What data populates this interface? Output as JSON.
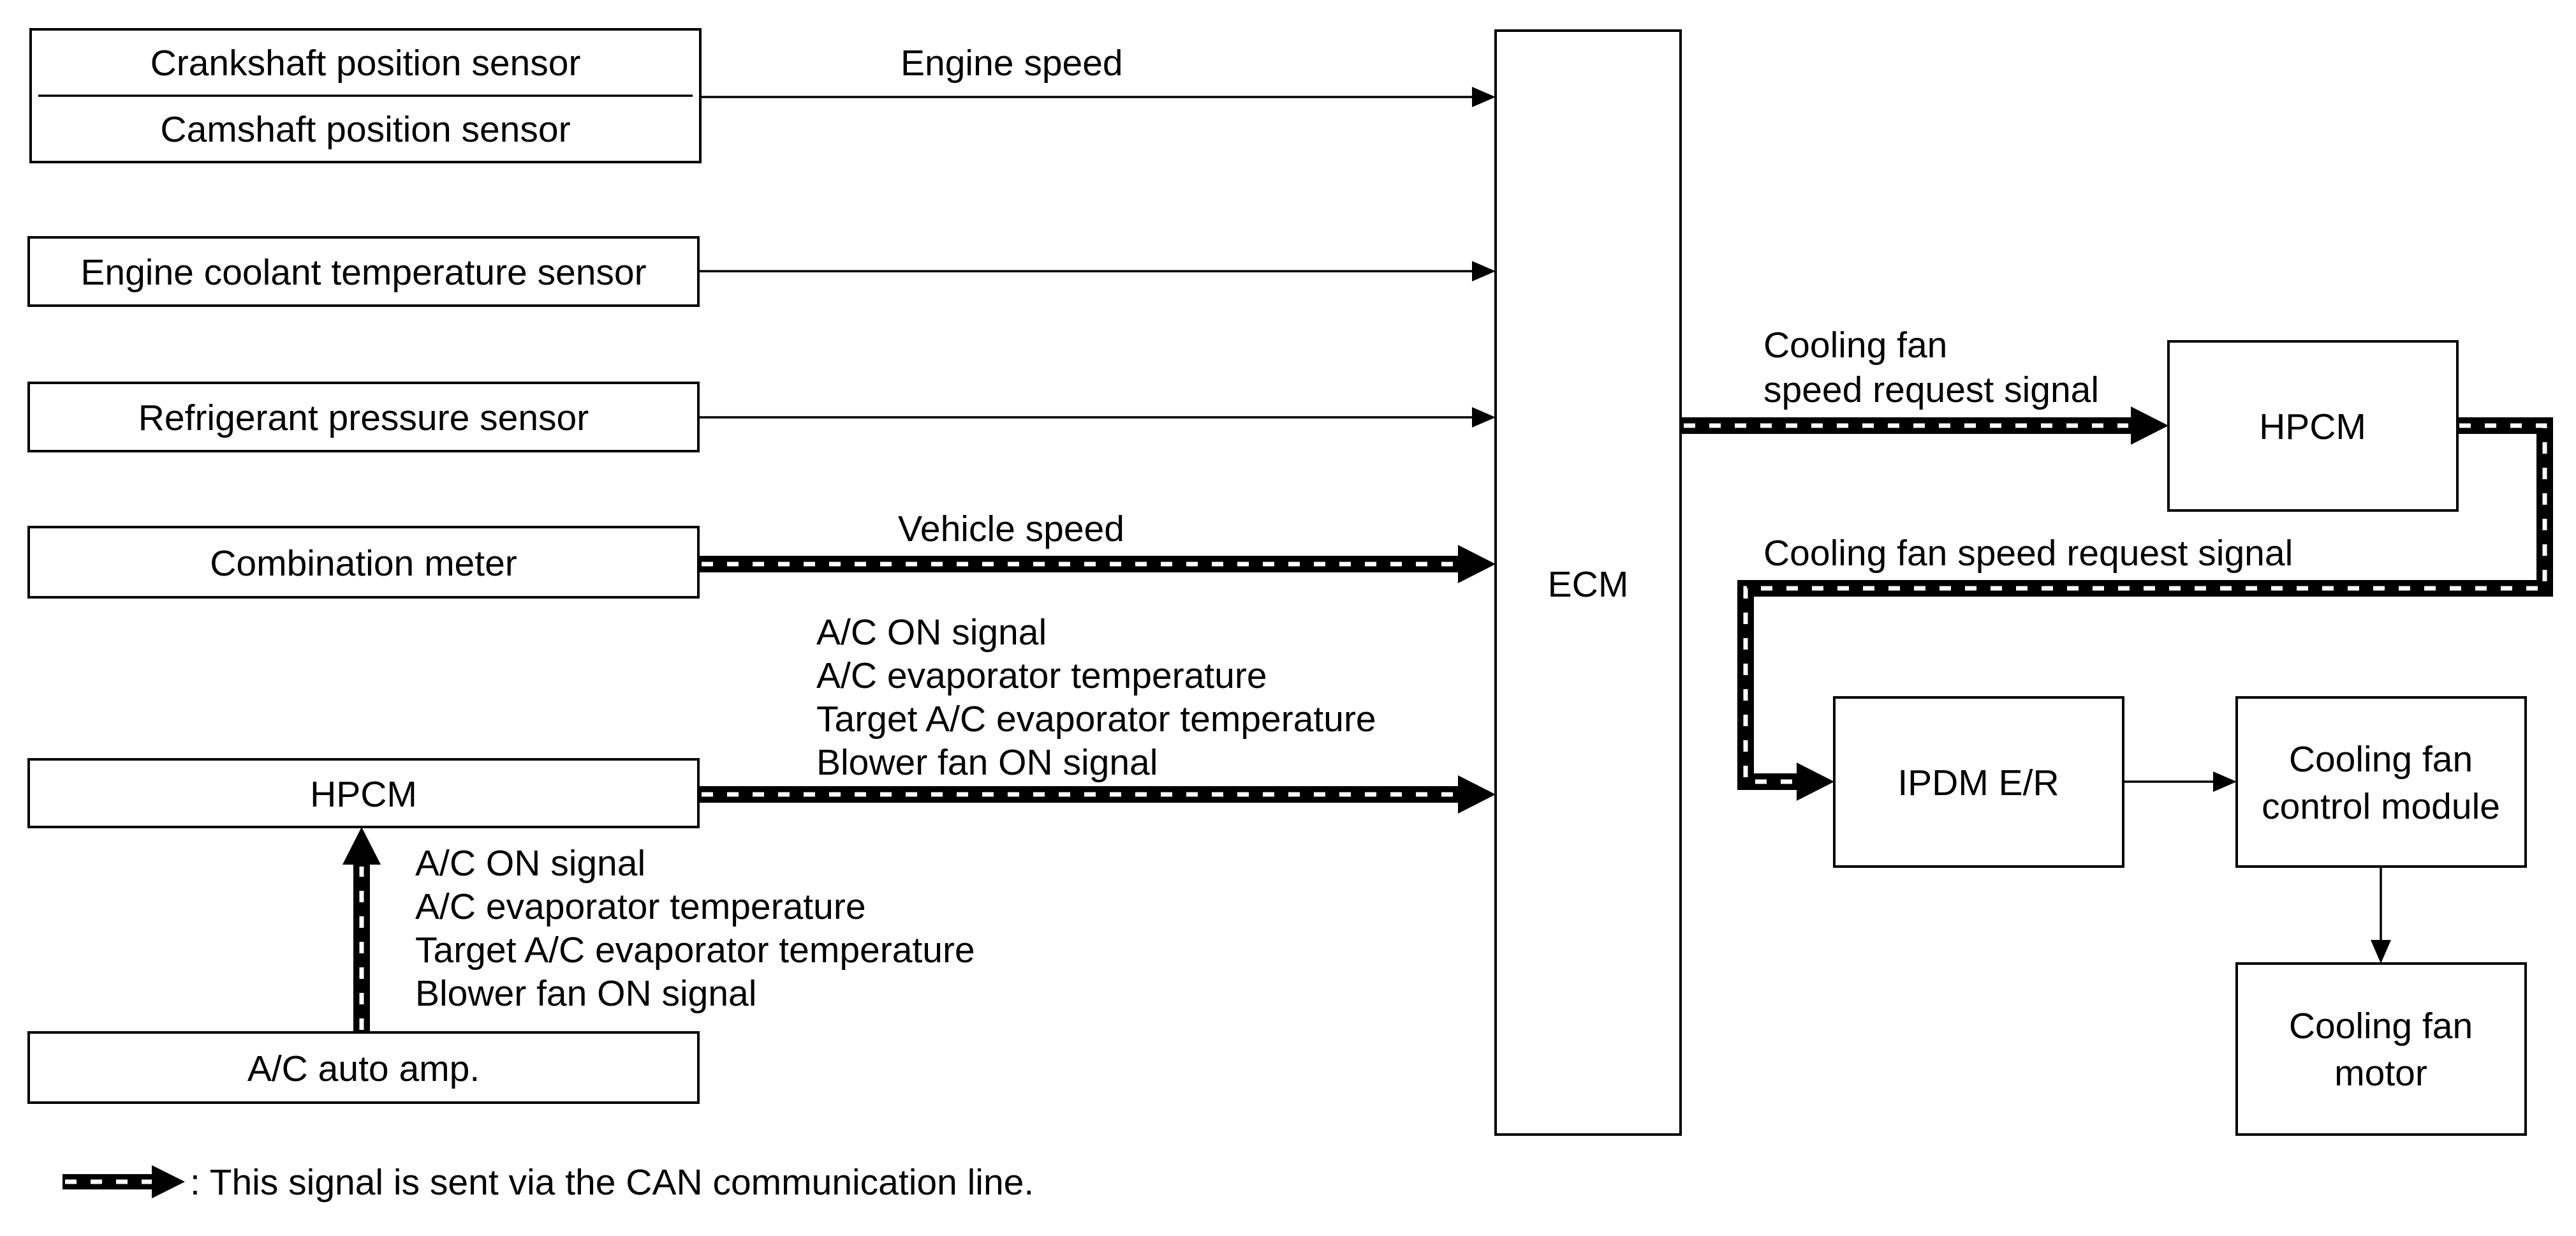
{
  "boxes": {
    "crankshaft": "Crankshaft position sensor",
    "camshaft": "Camshaft position sensor",
    "coolant_temp": "Engine coolant temperature sensor",
    "refrigerant": "Refrigerant pressure sensor",
    "combination_meter": "Combination meter",
    "hpcm_left": "HPCM",
    "ac_auto_amp": "A/C auto amp.",
    "ecm": "ECM",
    "hpcm_right": "HPCM",
    "ipdm": "IPDM E/R",
    "fan_control_line1": "Cooling fan",
    "fan_control_line2": "control module",
    "fan_motor_line1": "Cooling fan",
    "fan_motor_line2": "motor"
  },
  "signals": {
    "engine_speed": "Engine speed",
    "vehicle_speed": "Vehicle speed",
    "hpcm_to_ecm": [
      "A/C ON signal",
      "A/C evaporator temperature",
      "Target A/C evaporator temperature",
      "Blower fan ON signal"
    ],
    "amp_to_hpcm": [
      "A/C ON signal",
      "A/C evaporator temperature",
      "Target A/C evaporator temperature",
      "Blower fan ON signal"
    ],
    "ecm_to_hpcm_line1": "Cooling fan",
    "ecm_to_hpcm_line2": "speed request signal",
    "hpcm_to_ipdm": "Cooling fan speed request signal"
  },
  "legend": {
    "text": ": This signal is sent via the CAN communication line."
  }
}
